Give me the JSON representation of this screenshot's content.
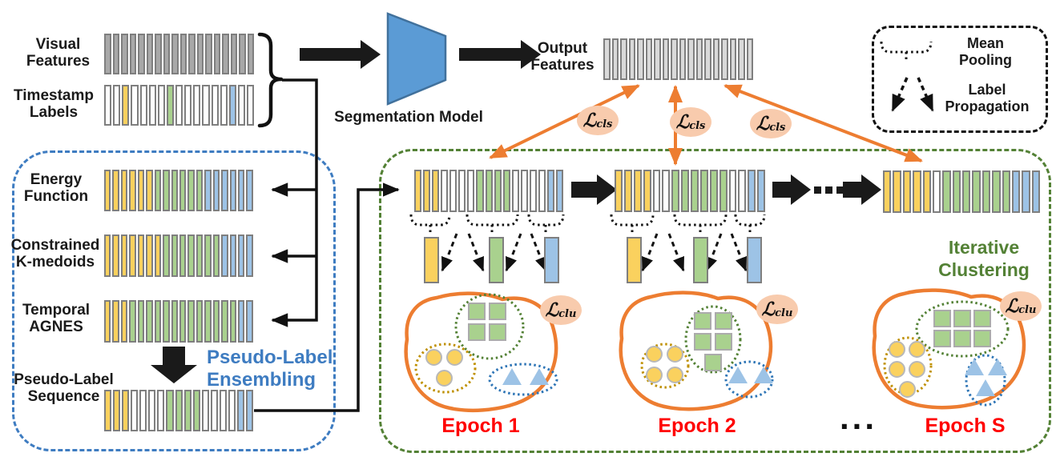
{
  "palette": {
    "Y": "#FAD15E",
    "G": "#A9D18E",
    "B": "#9DC3E6",
    "W": "#FFFFFF",
    "X": "#A8A8A8",
    "L": "#D9D9D9",
    "accent_orange": "#ED7D31",
    "badge_peach": "#F8CBAD",
    "blue_accent": "#3E7CC1",
    "green_accent": "#538135",
    "red_accent": "#FF0000",
    "cell_border": "#7F7F7F",
    "model_fill": "#5B9BD5",
    "model_stroke": "#41719C"
  },
  "top": {
    "visual_features_label": "Visual Features",
    "timestamp_labels_label": "Timestamp Labels",
    "segmentation_model_label": "Segmentation Model",
    "output_features_label": "Output Features",
    "visual_bar": "XXXXXXXXXXXXXXXXXX",
    "timestamp_bar": "WWYWWWWGWWWWWWBWW",
    "output_bar": "LLLLLLLLLLLLLLLLLL"
  },
  "legend": {
    "mean_pooling": "Mean Pooling",
    "label_propagation": "Label Propagation"
  },
  "ensembling": {
    "title": "Pseudo-Label Ensembling",
    "methods": [
      {
        "label": "Energy Function",
        "bar": "YYYYYYGGGGGGBBBBBB"
      },
      {
        "label": "Constrained K-medoids",
        "bar": "YYYYYYYGGGGGGGBBBB"
      },
      {
        "label": "Temporal AGNES",
        "bar": "YYYGGGGGGGGGGGGGBB"
      }
    ],
    "result_label": "Pseudo-Label Sequence",
    "result_bar": "YYYWWWWGGGGWWWWBB"
  },
  "clustering": {
    "title": "Iterative Clustering",
    "loss_cls": {
      "main": "ℒ",
      "sub": "cls"
    },
    "loss_clu": {
      "main": "ℒ",
      "sub": "clu"
    },
    "epochs": [
      {
        "label": "Epoch 1",
        "bar": "YYYWWWWGGGGWWWWBB",
        "clusters": {
          "squares": 4,
          "circles": 3,
          "triangles": 2
        }
      },
      {
        "label": "Epoch 2",
        "bar": "YYYYWWGGGGGGWWBB",
        "clusters": {
          "squares": 5,
          "circles": 4,
          "triangles": 2
        }
      },
      {
        "label": "Epoch S",
        "bar": "YYYYYWGGGGGGGBBB",
        "clusters": {
          "squares": 6,
          "circles": 5,
          "triangles": 3
        }
      }
    ],
    "ellipsis": "..."
  }
}
